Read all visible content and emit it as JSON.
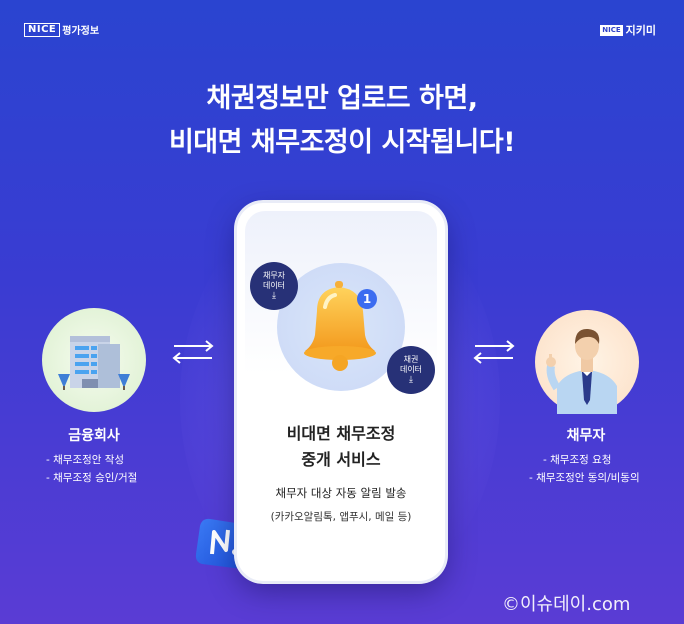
{
  "header": {
    "logo_left_box": "NICE",
    "logo_left_text": "평가정보",
    "logo_right_box": "NICE",
    "logo_right_text": "지키미"
  },
  "headline": {
    "line1": "채권정보만 업로드 하면,",
    "line2": "비대면 채무조정이 시작됩니다!"
  },
  "phone": {
    "badge1_line1": "채무자",
    "badge1_line2": "데이터",
    "badge2_line1": "채권",
    "badge2_line2": "데이터",
    "download_icon": "download-icon",
    "notification_count": "1",
    "title_line1": "비대면 채무조정",
    "title_line2": "중개 서비스",
    "desc_line1": "채무자 대상 자동 알림 발송",
    "desc_line2": "(카카오알림톡, 앱푸시, 메일 등)"
  },
  "left": {
    "title": "금융회사",
    "items": [
      "- 채무조정안 작성",
      "- 채무조정 승인/거절"
    ]
  },
  "right": {
    "title": "채무자",
    "items": [
      "- 채무조정 요청",
      "- 채무조정안 동의/비동의"
    ]
  },
  "watermark": "©이슈데이.com",
  "colors": {
    "background": "#3a3cd2",
    "badge": "#273177",
    "bell": "#f7b733",
    "accent_blue": "#3b6cf0"
  }
}
